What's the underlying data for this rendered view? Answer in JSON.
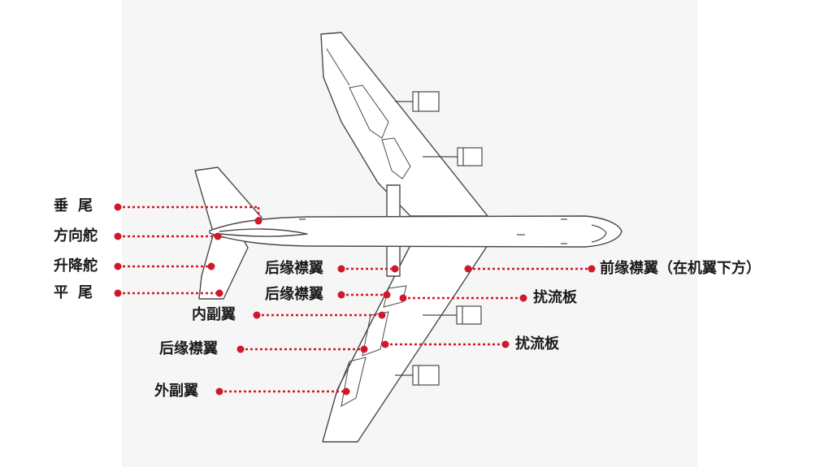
{
  "colors": {
    "leader": "#d0182b",
    "outline": "#4a4a4a",
    "text": "#1a1a1a"
  },
  "labels": {
    "vertical_tail": "垂尾",
    "rudder": "方向舵",
    "elevator": "升降舵",
    "horizontal_tail": "平尾",
    "trailing_flap_upper": "后缘襟翼",
    "trailing_flap_lower": "后缘襟翼",
    "inner_aileron": "内副翼",
    "trailing_flap_left": "后缘襟翼",
    "outer_aileron": "外副翼",
    "leading_flap": "前缘襟翼（在机翼下方）",
    "spoiler_upper": "扰流板",
    "spoiler_lower": "扰流板"
  }
}
